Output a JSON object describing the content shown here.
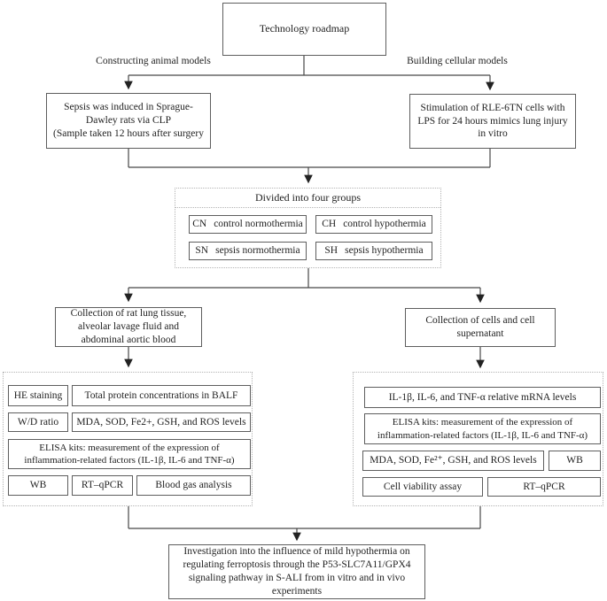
{
  "colors": {
    "background": "#ffffff",
    "line": "#474747",
    "box_border": "#5e5e5e",
    "dashed_border": "#b3b3b3",
    "text": "#1f1f1f"
  },
  "root_box": {
    "label": "Technology roadmap"
  },
  "branches": {
    "animal_label": "Constructing animal models",
    "cellular_label": "Building cellular models"
  },
  "animal_model_box": {
    "text": "Sepsis was induced in Sprague-\nDawley rats via CLP\n(Sample taken 12 hours after surgery"
  },
  "cellular_model_box": {
    "text": "Stimulation of RLE-6TN cells with\nLPS for 24 hours mimics lung injury\nin vitro"
  },
  "grouping": {
    "title": "Divided into four groups",
    "groups": [
      {
        "code": "CN",
        "label": "control normothermia"
      },
      {
        "code": "CH",
        "label": "control hypothermia"
      },
      {
        "code": "SN",
        "label": "sepsis normothermia"
      },
      {
        "code": "SH",
        "label": "sepsis hypothermia"
      }
    ]
  },
  "collection": {
    "animal": "Collection of rat lung tissue,\nalveolar lavage fluid and\nabdominal aortic blood",
    "cellular": "Collection of cells and cell\nsupernatant"
  },
  "animal_assays": {
    "he_staining": "HE staining",
    "total_protein": "Total protein concentrations in BALF",
    "wd_ratio": "W/D ratio",
    "mda": "MDA, SOD, Fe2+, GSH, and ROS levels",
    "elisa": "ELISA kits:  measurement of the expression of\ninflammation-related factors (IL-1β, IL-6 and TNF-α)",
    "wb": "WB",
    "rt_qpcr": "RT–qPCR",
    "blood_gas": "Blood gas analysis"
  },
  "cell_assays": {
    "mrna": "IL-1β, IL-6, and TNF-α relative mRNA levels",
    "elisa": "ELISA kits:  measurement of the expression of\ninflammation-related factors (IL-1β, IL-6 and TNF-α)",
    "mda": "MDA, SOD, Fe²⁺, GSH, and ROS levels",
    "wb": "WB",
    "cell_viability": "Cell viability assay",
    "rt_qpcr": "RT–qPCR"
  },
  "conclusion_box": {
    "text": "Investigation into the influence of mild hypothermia on\nregulating ferroptosis through the P53-SLC7A11/GPX4\nsignaling pathway in S-ALI from in vitro and in vivo\nexperiments"
  }
}
